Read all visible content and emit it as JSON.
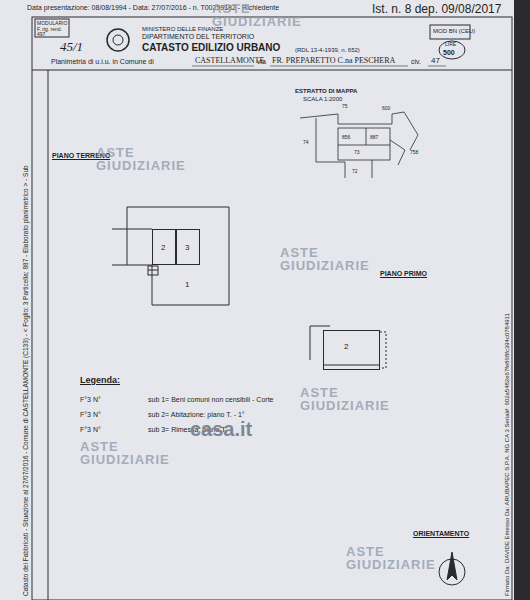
{
  "diagram": {
    "nodes": [
      {
        "text": [
          "1"
        ]
      },
      {
        "text": [
          "2"
        ],
        "in": 0
      },
      {
        "text": [
          "3"
        ],
        "in": 0
      },
      {
        "text": [
          "2"
        ]
      }
    ],
    "edges": [],
    "labels": [
      "Data presentazione: 08/08/1994 - Data: 27/07/2016 - n. T00259182 - Richiedente",
      "Ist. n. 8 dep. 09/08/2017",
      "MODULARIO F. rig. rend. 497",
      "45/1",
      "MINISTERO DELLE FINANZE",
      "DIPARTIMENTO DEL TERRITORIO",
      "CATASTO EDILIZIO URBANO",
      "(RDL 13-4-1939, n. 652)",
      "MOD BN (CEU)",
      "LIRE",
      "500",
      "Planimetria di u.i.u. in Comune di",
      "CASTELLAMONTE",
      "via",
      "FR. PREPARETTO C.na PESCHERA",
      "civ.",
      "47",
      "ESTRATTO DI MAPPA",
      "SCALA 1:2000",
      "75",
      "600",
      "74",
      "856",
      "887",
      "73",
      "758",
      "72",
      "PIANO TERRENO",
      "PIANO PRIMO",
      "Legenda:",
      "F°3 N°",
      "sub 1= Beni comuni non censibili - Corte",
      "F°3 N°",
      "sub 2= Abitazione: piano T. - 1°",
      "F°3 N°",
      "sub 3= Rimessa: piano T.",
      "ORIENTAMENTO",
      "Catasto dei Fabbricati - Situazione al 27/07/2016 - Comune di CASTELLAMONTE (C133) - < Foglio: 3 Particella: 887 - Elaborato planimetrico > - Sub",
      "Firmato Da: DAVIDE Emesso Da: ARUBAPEC S.P.A. NG CA 3 Serial#: 602a5482e67fe868fc394c0784911",
      "ASTE GIUDIZIARIE",
      "ASTE GIUDIZIARIE",
      "ASTE GIUDIZIARIE",
      "ASTE GIUDIZIARIE",
      "ASTE GIUDIZIARIE",
      "ASTE GIUDIZIARIE",
      "casa.it"
    ]
  }
}
